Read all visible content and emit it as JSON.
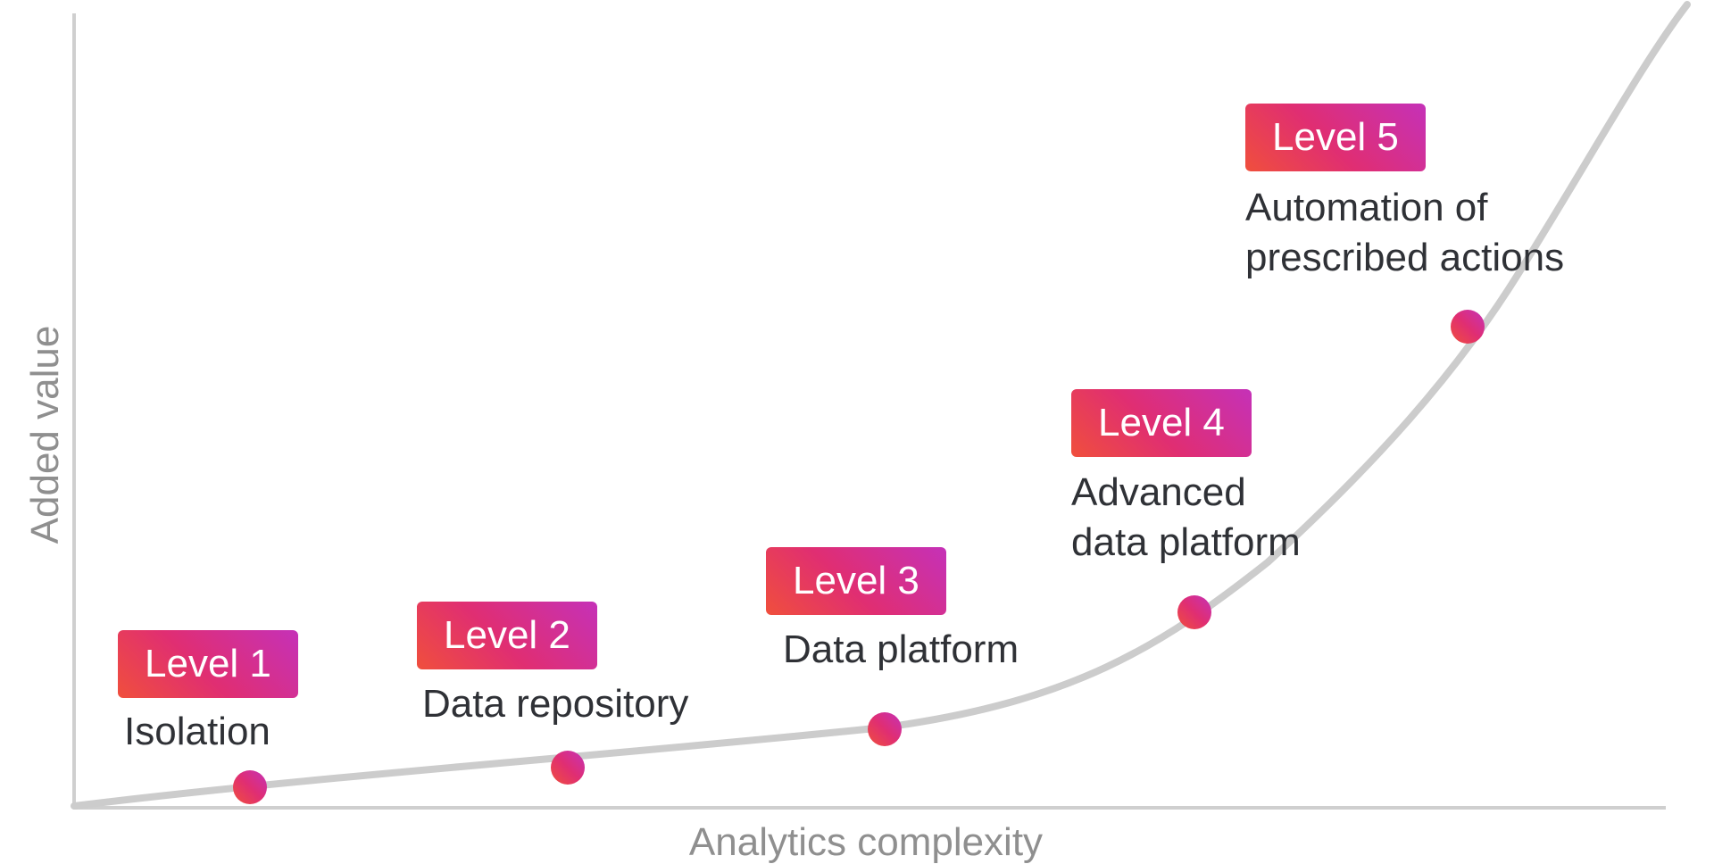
{
  "axes": {
    "y_label": "Added value",
    "x_label": "Analytics complexity"
  },
  "levels": [
    {
      "badge": "Level 1",
      "description": "Isolation"
    },
    {
      "badge": "Level 2",
      "description": "Data repository"
    },
    {
      "badge": "Level 3",
      "description": "Data platform"
    },
    {
      "badge": "Level 4",
      "description": "Advanced\ndata platform"
    },
    {
      "badge": "Level 5",
      "description": "Automation of\nprescribed actions"
    }
  ],
  "colors": {
    "axis": "#cfcfcf",
    "curve": "#cccccc",
    "axis_label": "#8f8f8f",
    "description_text": "#2f3136",
    "badge_gradient_start": "#f04f3c",
    "badge_gradient_mid": "#e02e72",
    "badge_gradient_end": "#c531b8",
    "badge_text": "#ffffff"
  }
}
